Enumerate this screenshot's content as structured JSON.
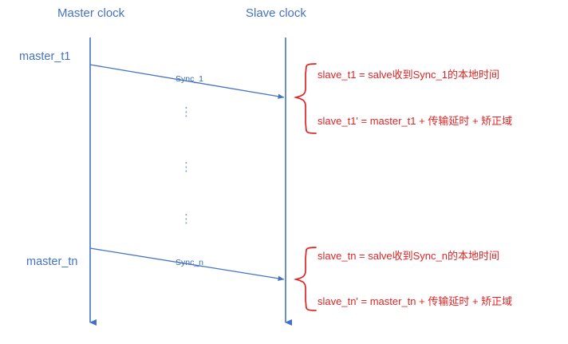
{
  "diagram": {
    "title_master": "Master clock",
    "title_slave": "Slave clock",
    "colors": {
      "line_blue": "#4472c4",
      "text_blue": "#4472c4",
      "msg_blue": "#3b6cb3",
      "note_red": "#e02424",
      "background": "#ffffff"
    },
    "lifelines": [
      {
        "name": "master-lifeline",
        "label": "Master clock"
      },
      {
        "name": "slave-lifeline",
        "label": "Slave clock"
      }
    ],
    "events": {
      "master_t1": "master_t1",
      "master_tn": "master_tn"
    },
    "messages": [
      {
        "label": "Sync_1"
      },
      {
        "label": "Sync_n"
      }
    ],
    "ellipsis_glyph": "⋮",
    "ellipsis_count": 3,
    "notes": [
      {
        "group": "first-sync-note",
        "line1": "slave_t1 = salve收到Sync_1的本地时间",
        "line2": "slave_t1' = master_t1 + 传输延时 + 矫正域"
      },
      {
        "group": "last-sync-note",
        "line1": "slave_tn = salve收到Sync_n的本地时间",
        "line2": "slave_tn' = master_tn + 传输延时 + 矫正域"
      }
    ]
  }
}
